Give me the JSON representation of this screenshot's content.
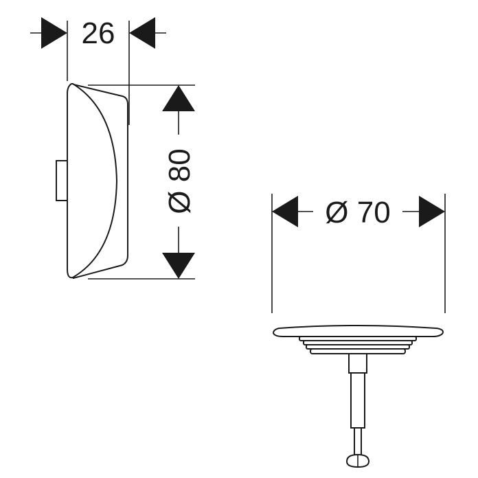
{
  "dimensions": {
    "depth": "26",
    "cap_diameter": "Ø 80",
    "plug_diameter": "Ø 70"
  },
  "colors": {
    "ink": "#1a1a1a",
    "background": "#ffffff"
  }
}
